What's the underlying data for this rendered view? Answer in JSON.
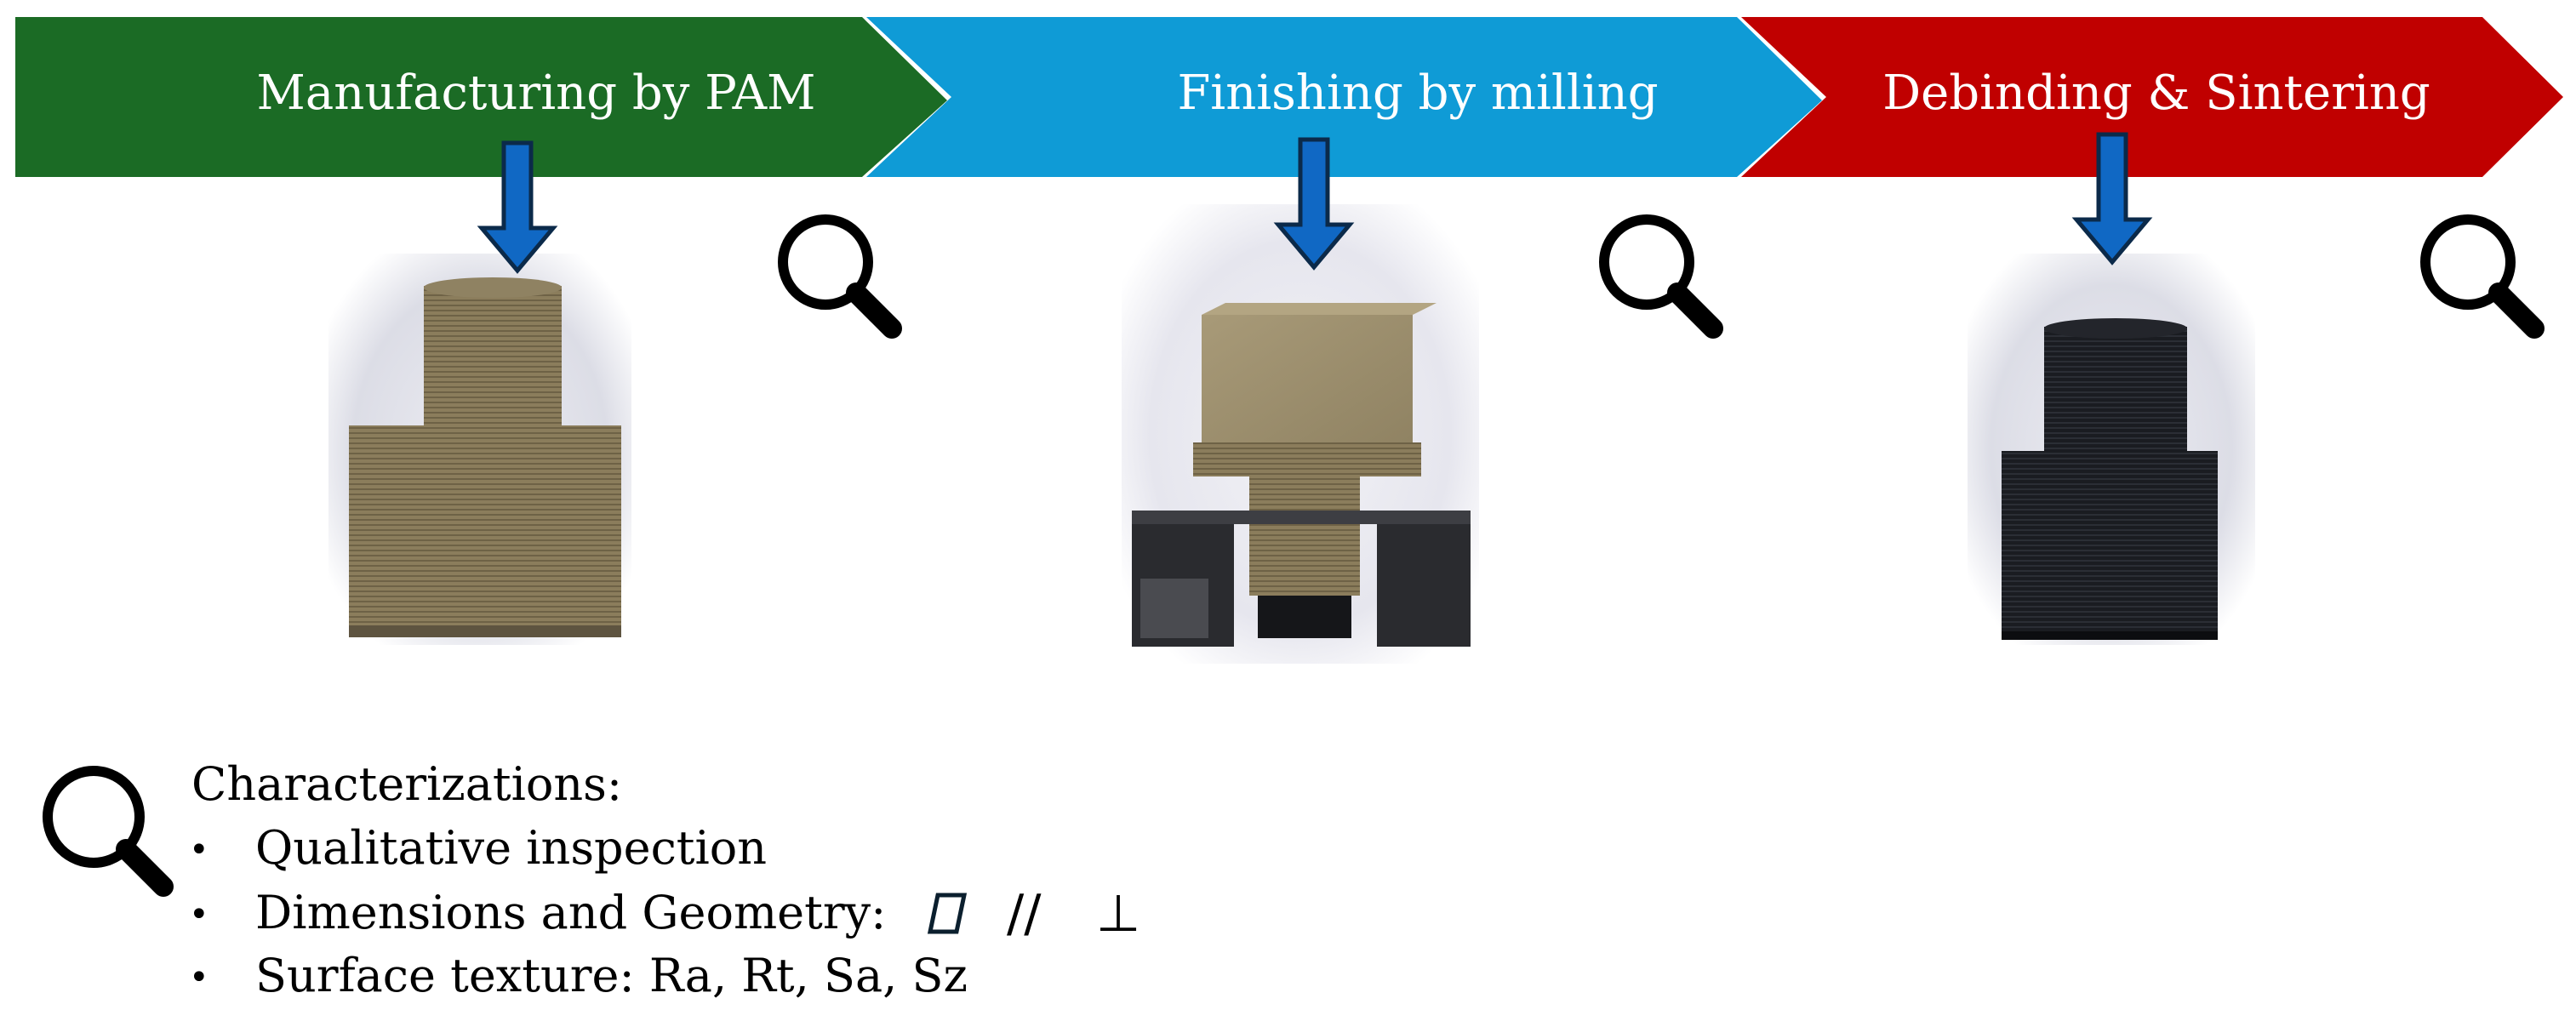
{
  "stages": [
    {
      "label": "Manufacturing by PAM",
      "color": "#1b6b25"
    },
    {
      "label": "Finishing by milling",
      "color": "#0f9bd6"
    },
    {
      "label": "Debinding & Sintering",
      "color": "#c00000"
    }
  ],
  "colors": {
    "down_arrow_fill": "#1068c4",
    "down_arrow_stroke": "#0b2a4a",
    "part_green": "#8b7d5c",
    "part_sintered": "#16181c",
    "magnifier": "#000000"
  },
  "icons": {
    "magnifier": "magnifier-icon",
    "down_arrow": "down-arrow-icon"
  },
  "legend": {
    "title": "Characterizations:",
    "items": [
      {
        "text": "Qualitative inspection",
        "symbols": ""
      },
      {
        "text": "Dimensions and Geometry:",
        "symbols": "flatness-icon parallelism-icon perpendicularity-icon"
      },
      {
        "text": "Surface texture: Ra, Rt, Sa, Sz",
        "symbols": ""
      }
    ],
    "symbol_glyphs": {
      "parallelism": "//",
      "perpendicularity": "⊥"
    }
  }
}
